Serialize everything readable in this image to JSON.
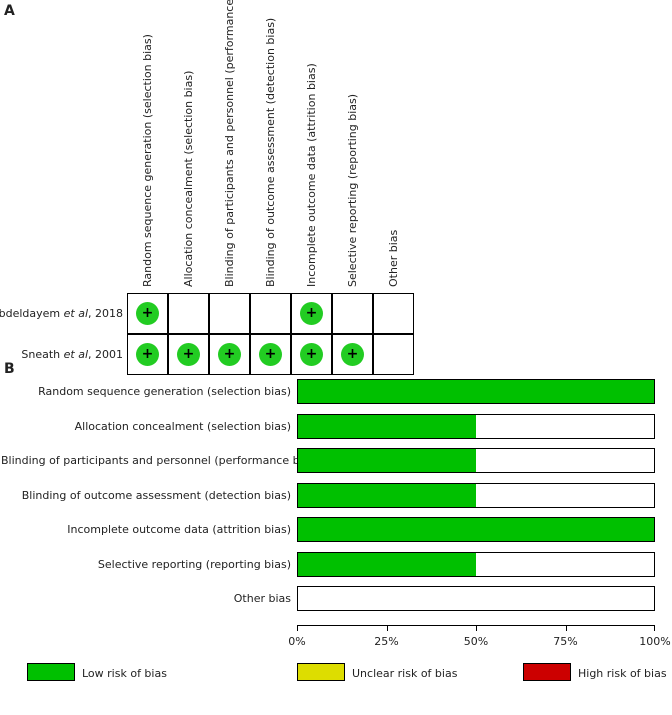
{
  "panel_a": {
    "label": "A"
  },
  "panel_b": {
    "label": "B"
  },
  "chart_data": [
    {
      "type": "table",
      "columns": [
        "Random sequence generation (selection bias)",
        "Allocation concealment (selection bias)",
        "Blinding of participants and personnel (performance bias)",
        "Blinding of outcome assessment (detection bias)",
        "Incomplete outcome data (attrition bias)",
        "Selective reporting (reporting bias)",
        "Other bias"
      ],
      "rows": [
        {
          "study_name": "Abdeldayem ",
          "study_etal": "et al",
          "study_year": ", 2018",
          "judgements": [
            "low",
            "",
            "",
            "",
            "low",
            "",
            ""
          ]
        },
        {
          "study_name": "Sneath ",
          "study_etal": "et al",
          "study_year": ", 2001",
          "judgements": [
            "low",
            "low",
            "low",
            "low",
            "low",
            "low",
            ""
          ]
        }
      ],
      "mark_symbol": "+",
      "mark_color": "#22cc22"
    },
    {
      "type": "bar",
      "orientation": "horizontal",
      "categories": [
        "Random sequence generation (selection bias)",
        "Allocation concealment (selection bias)",
        "Blinding of participants and personnel (performance bias)",
        "Blinding of outcome assessment (detection bias)",
        "Incomplete outcome data (attrition bias)",
        "Selective reporting (reporting bias)",
        "Other bias"
      ],
      "values": [
        100,
        50,
        50,
        50,
        100,
        50,
        0
      ],
      "xlim": [
        0,
        100
      ],
      "ticks": [
        "0%",
        "25%",
        "50%",
        "75%",
        "100%"
      ],
      "fill_color": "#00c000"
    }
  ],
  "legend": [
    {
      "label": "Low risk of bias",
      "color": "#00c000"
    },
    {
      "label": "Unclear risk of bias",
      "color": "#dddd00"
    },
    {
      "label": "High risk of bias",
      "color": "#cc0000"
    }
  ]
}
